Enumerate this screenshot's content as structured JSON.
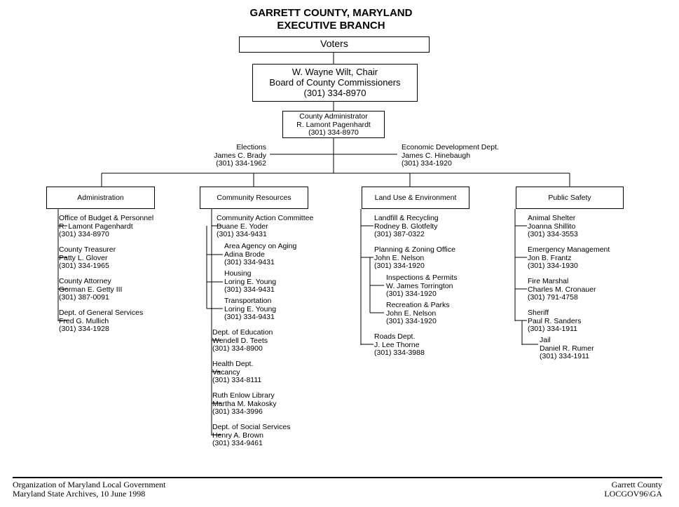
{
  "title": {
    "line1": "GARRETT COUNTY, MARYLAND",
    "line2": "EXECUTIVE BRANCH"
  },
  "voters": "Voters",
  "chair": {
    "name": "W. Wayne Wilt, Chair",
    "body": "Board of County Commissioners",
    "phone": "(301) 334-8970"
  },
  "administrator": {
    "title": "County Administrator",
    "name": "R. Lamont Pagenhardt",
    "phone": "(301) 334-8970"
  },
  "elections": {
    "title": "Elections",
    "name": "James C. Brady",
    "phone": "(301) 334-1962"
  },
  "economic": {
    "title": "Economic Development Dept.",
    "name": "James C. Hinebaugh",
    "phone": "(301) 334-1920"
  },
  "departments": {
    "administration": {
      "label": "Administration",
      "items": [
        {
          "title": "Office of Budget & Personnel",
          "name": "R. Lamont Pagenhardt",
          "phone": "(301) 334-8970"
        },
        {
          "title": "County Treasurer",
          "name": "Patty L. Glover",
          "phone": "(301) 334-1965"
        },
        {
          "title": "County Attorney",
          "name": "Gorman E. Getty III",
          "phone": "(301) 387-0091"
        },
        {
          "title": "Dept. of General Services",
          "name": "Fred G. Mullich",
          "phone": "(301) 334-1928"
        }
      ]
    },
    "community": {
      "label": "Community Resources",
      "items": [
        {
          "title": "Community Action Committee",
          "name": "Duane E. Yoder",
          "phone": "(301) 334-9431"
        },
        {
          "title": "Area Agency on Aging",
          "name": "Adina Brode",
          "phone": "(301) 334-9431"
        },
        {
          "title": "Housing",
          "name": "Loring E. Young",
          "phone": "(301) 334-9431"
        },
        {
          "title": "Transportation",
          "name": "Loring E. Young",
          "phone": "(301) 334-9431"
        },
        {
          "title": "Dept. of Education",
          "name": "Wendell D. Teets",
          "phone": "(301) 334-8900"
        },
        {
          "title": "Health Dept.",
          "name": "Vacancy",
          "phone": "(301) 334-8111"
        },
        {
          "title": "Ruth Enlow Library",
          "name": "Martha M. Makosky",
          "phone": "(301) 334-3996"
        },
        {
          "title": "Dept. of Social Services",
          "name": "Henry A. Brown",
          "phone": "(301) 334-9461"
        }
      ]
    },
    "landuse": {
      "label": "Land Use & Environment",
      "items": [
        {
          "title": "Landfill & Recycling",
          "name": "Rodney B. Glotfelty",
          "phone": "(301) 387-0322"
        },
        {
          "title": "Planning & Zoning Office",
          "name": "John E. Nelson",
          "phone": "(301) 334-1920"
        },
        {
          "title": "Inspections & Permits",
          "name": "W. James Torrington",
          "phone": "(301) 334-1920"
        },
        {
          "title": "Recreation & Parks",
          "name": "John E. Nelson",
          "phone": "(301) 334-1920"
        },
        {
          "title": "Roads Dept.",
          "name": "J. Lee Thorne",
          "phone": "(301) 334-3988"
        }
      ]
    },
    "safety": {
      "label": "Public Safety",
      "items": [
        {
          "title": "Animal Shelter",
          "name": "Joanna Shillito",
          "phone": "(301) 334-3553"
        },
        {
          "title": "Emergency Management",
          "name": "Jon B. Frantz",
          "phone": "(301) 334-1930"
        },
        {
          "title": "Fire Marshal",
          "name": "Charles M. Cronauer",
          "phone": "(301) 791-4758"
        },
        {
          "title": "Sheriff",
          "name": "Paul R. Sanders",
          "phone": "(301) 334-1911"
        },
        {
          "title": "Jail",
          "name": "Daniel R. Rumer",
          "phone": "(301) 334-1911"
        }
      ]
    }
  },
  "footer": {
    "left1": "Organization of Maryland Local Government",
    "left2": "Maryland State Archives, 10 June 1998",
    "right1": "Garrett County",
    "right2": "LOCGOV96\\GA"
  }
}
